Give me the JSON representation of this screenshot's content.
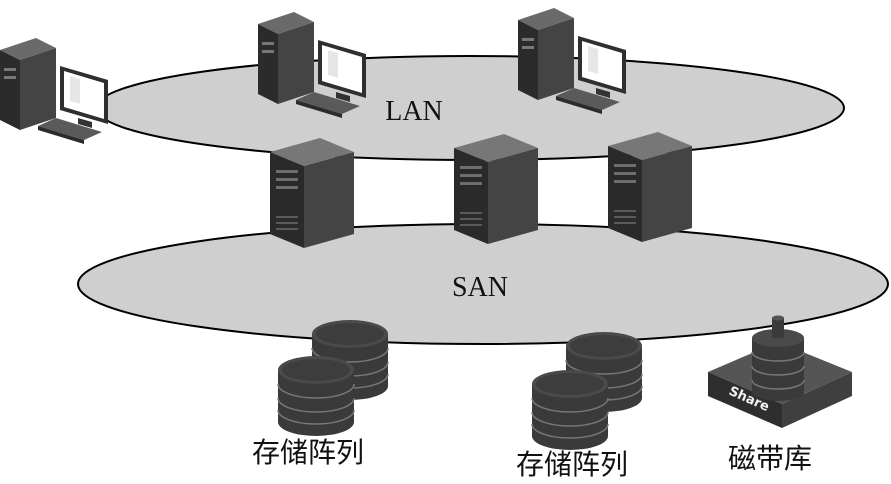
{
  "networks": {
    "lan_label": "LAN",
    "san_label": "SAN"
  },
  "storage": {
    "array_1_label": "存储阵列",
    "array_2_label": "存储阵列",
    "tape_library_label": "磁带库",
    "tape_library_badge": "Share"
  },
  "colors": {
    "network_fill": "#cfcfcf",
    "network_stroke": "#000000",
    "device_dark": "#3a3a3a",
    "device_mid": "#555555",
    "device_light": "#7a7a7a",
    "screen": "#ffffff"
  },
  "icons": {
    "workstation": "desktop-computer-icon",
    "server": "tower-server-icon",
    "storage": "disk-stack-icon",
    "tape": "tape-library-icon"
  }
}
